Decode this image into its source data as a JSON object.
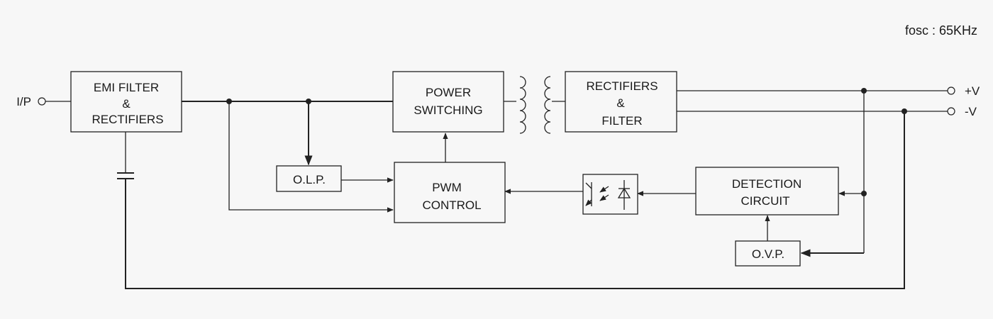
{
  "note": "fosc : 65KHz",
  "io": {
    "input": "I/P",
    "pos_out": "+V",
    "neg_out": "-V"
  },
  "blocks": {
    "emi": [
      "EMI FILTER",
      "&",
      "RECTIFIERS"
    ],
    "power": [
      "POWER",
      "SWITCHING"
    ],
    "rect_out": [
      "RECTIFIERS",
      "&",
      "FILTER"
    ],
    "olp": "O.L.P.",
    "pwm": [
      "PWM",
      "CONTROL"
    ],
    "detect": [
      "DETECTION",
      "CIRCUIT"
    ],
    "ovp": "O.V.P."
  }
}
